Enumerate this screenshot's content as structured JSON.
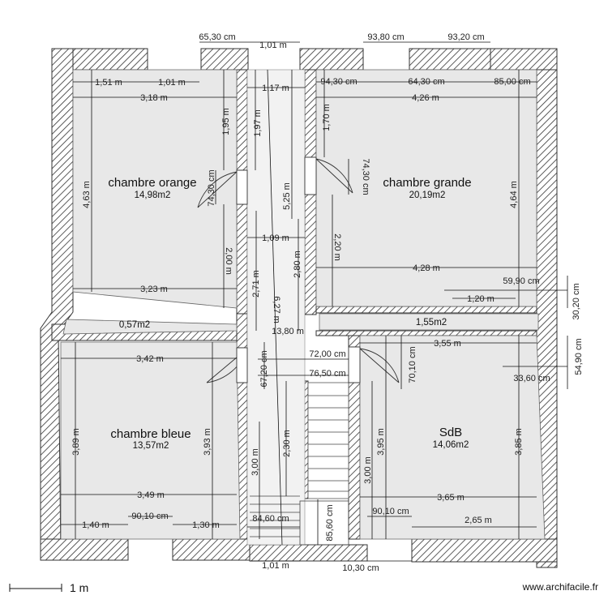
{
  "rooms": [
    {
      "name": "chambre orange",
      "area": "14,98m2"
    },
    {
      "name": "chambre grande",
      "area": "20,19m2"
    },
    {
      "name": "chambre bleue",
      "area": "13,57m2"
    },
    {
      "name": "SdB",
      "area": "14,06m2"
    },
    {
      "area": "0,57m2"
    },
    {
      "area": "1,55m2"
    }
  ],
  "dims": [
    "65,30 cm",
    "1,01 m",
    "93,80 cm",
    "93,20 cm",
    "1,51 m",
    "1,01 m",
    "94,30 cm",
    "64,30 cm",
    "85,00 cm",
    "3,18 m",
    "1,17 m",
    "4,26 m",
    "1,95 m",
    "1,97 m",
    "1,70 m",
    "4,63 m",
    "74,30 cm",
    "5,25 m",
    "74,30 cm",
    "4,64 m",
    "2,00 m",
    "1,09 m",
    "2,20 m",
    "2,80 m",
    "2,71 m",
    "4,28 m",
    "3,23 m",
    "59,90 cm",
    "1,20 m",
    "30,20 cm",
    "6,27 m",
    "13,80 m",
    "3,55 m",
    "3,42 m",
    "67,20 cm",
    "72,00 cm",
    "70,10 cm",
    "54,90 cm",
    "76,50 cm",
    "33,60 cm",
    "3,89 m",
    "3,93 m",
    "2,30 m",
    "3,95 m",
    "3,85 m",
    "3,00 m",
    "3,00 m",
    "3,49 m",
    "3,65 m",
    "90,10 cm",
    "84,60 cm",
    "90,10 cm",
    "2,65 m",
    "1,40 m",
    "1,30 m",
    "85,60 cm",
    "1,01 m",
    "10,30 cm"
  ],
  "scale": {
    "label": "1 m"
  },
  "credit": "www.archifacile.fr"
}
